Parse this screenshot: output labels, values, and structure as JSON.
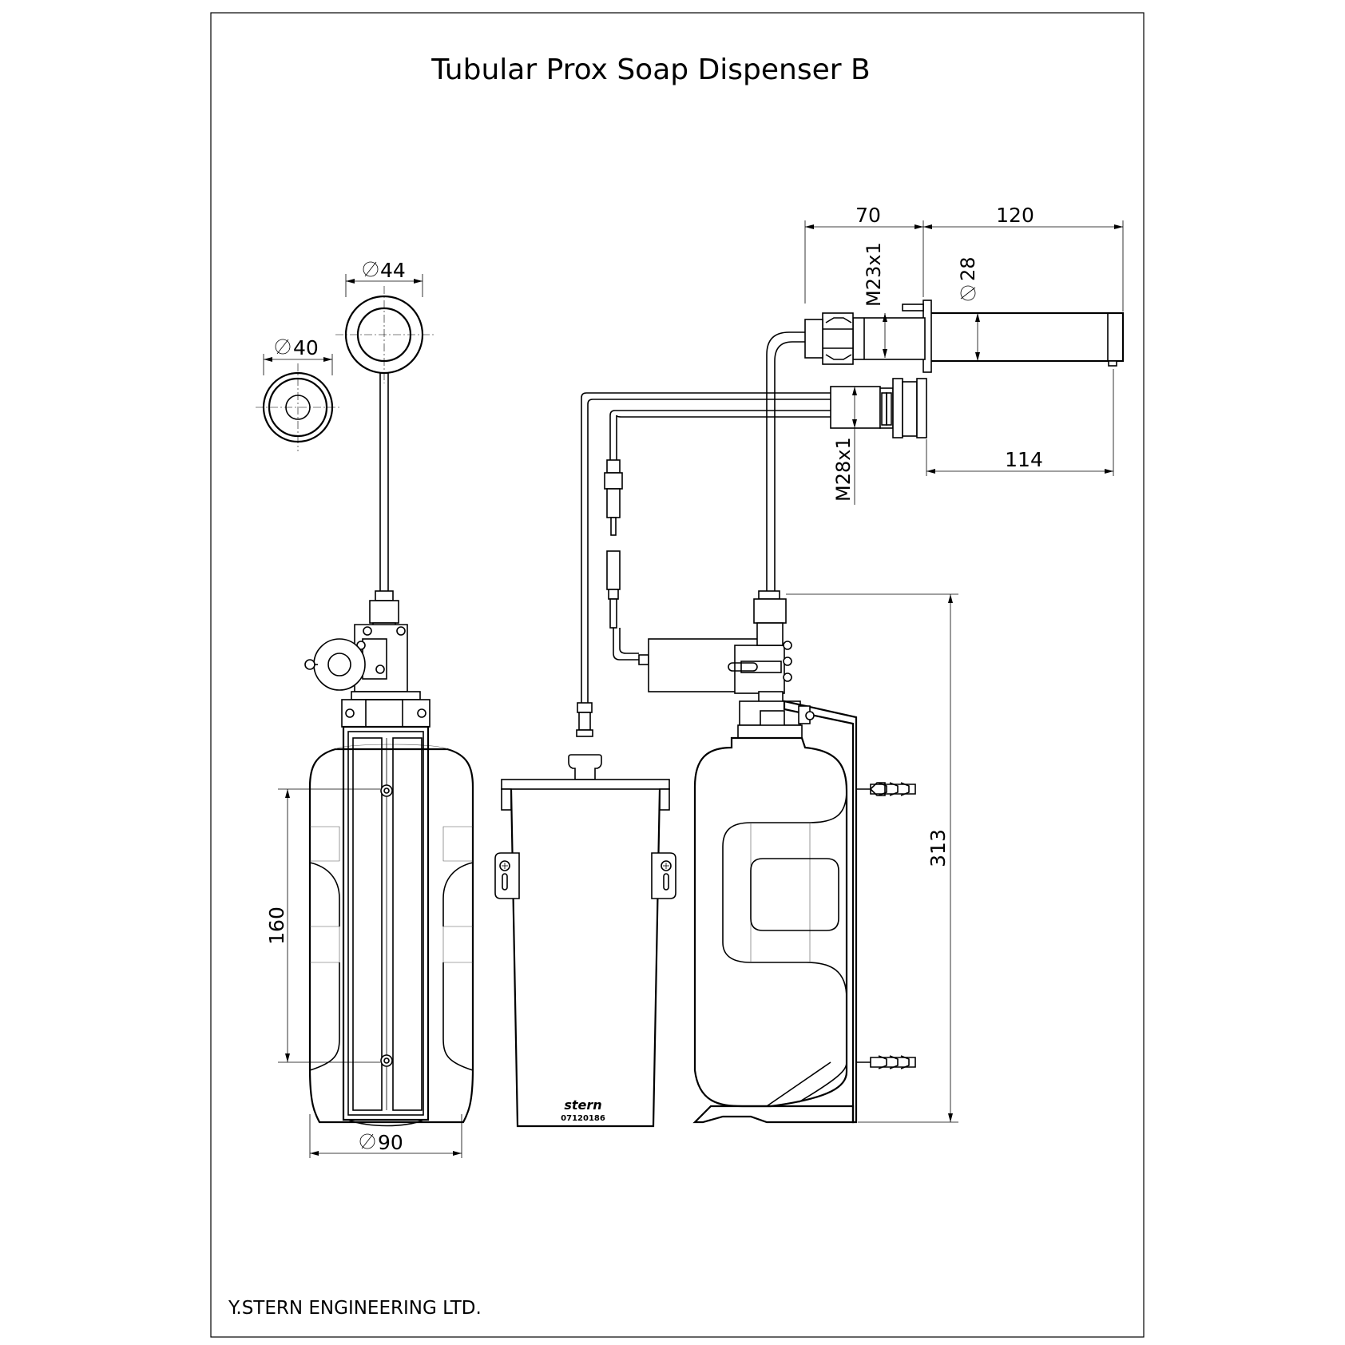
{
  "title": "Tubular Prox Soap Dispenser B",
  "company": "Y.STERN ENGINEERING LTD.",
  "dimensions": {
    "dia44": "44",
    "dia40": "40",
    "dia90": "90",
    "dia28": "28",
    "d70": "70",
    "d120": "120",
    "d114": "114",
    "d160": "160",
    "d313": "313",
    "m23": "M23x1",
    "m28": "M28x1"
  },
  "container_label": {
    "brand": "stern",
    "code": "07120186"
  }
}
